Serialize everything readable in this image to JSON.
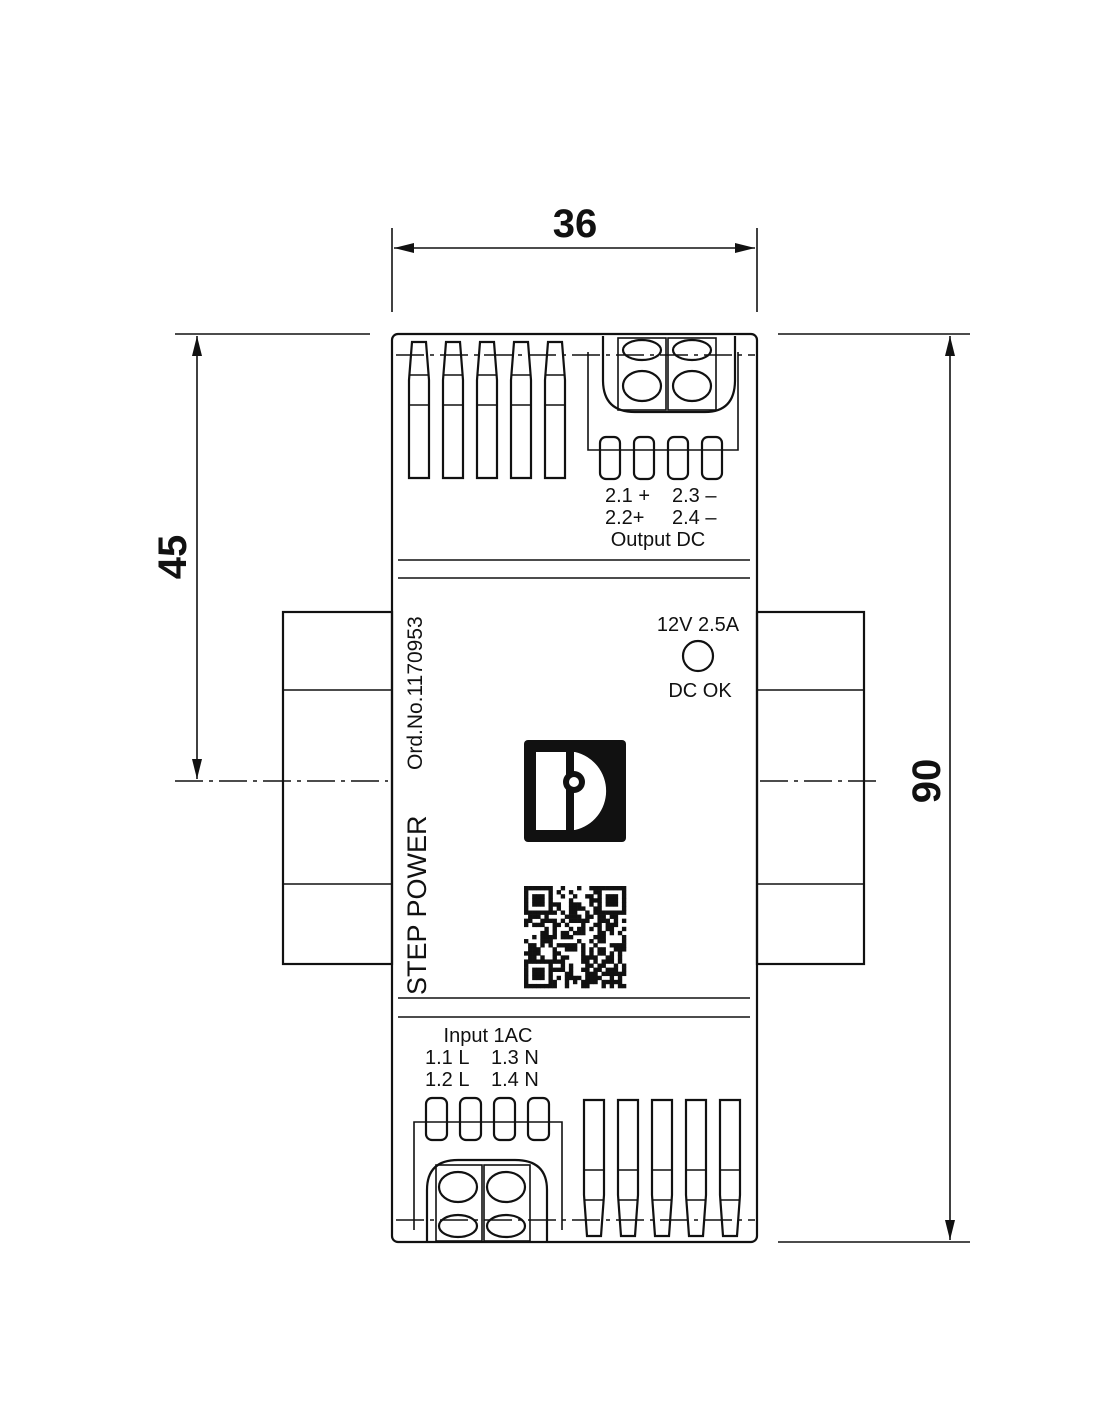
{
  "dimensions": {
    "width": "36",
    "half_height": "45",
    "height": "90"
  },
  "device": {
    "product_name": "STEP POWER",
    "order_number": "Ord.No.1170953",
    "rating": "12V 2.5A",
    "led_label": "DC OK",
    "output": {
      "row1_left": "2.1 +",
      "row1_right": "2.3 –",
      "row2_left": "2.2+",
      "row2_right": "2.4 –",
      "title": "Output DC"
    },
    "input": {
      "title": "Input 1AC",
      "row1_left": "1.1 L",
      "row1_right": "1.3 N",
      "row2_left": "1.2 L",
      "row2_right": "1.4 N"
    }
  },
  "colors": {
    "line": "#111111",
    "background": "#ffffff"
  }
}
